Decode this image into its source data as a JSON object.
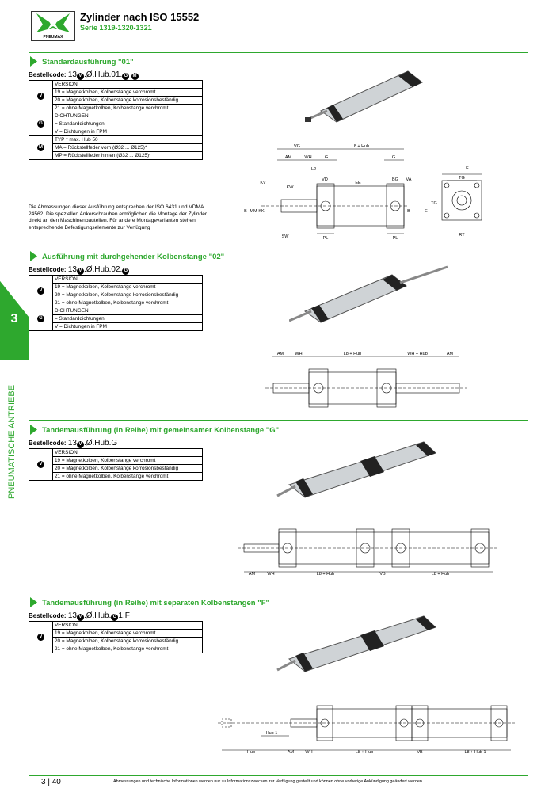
{
  "header": {
    "title": "Zylinder nach ISO 15552",
    "subtitle": "Serie 1319-1320-1321",
    "logo_text": "PNEUMAX"
  },
  "sidebar": {
    "chapter": "3",
    "label": "PNEUMATISCHE ANTRIEBE"
  },
  "sections": [
    {
      "title": "Standardausführung \"01\"",
      "bestell_label": "Bestellcode:",
      "code": "13",
      "code_suffix": ".Ø.Hub.01.",
      "code_badges": [
        "V",
        "G",
        "M"
      ],
      "rows": [
        {
          "sym": "V",
          "text": "VERSION"
        },
        {
          "sym": "",
          "text": "19 = Magnetkolben, Kolbenstange verchromt"
        },
        {
          "sym": "",
          "text": "20 = Magnetkolben, Kolbenstange korrosionsbeständig"
        },
        {
          "sym": "",
          "text": "21 = ohne Magnetkolben, Kolbenstange verchromt"
        },
        {
          "sym": "G",
          "text": "DICHTUNGEN"
        },
        {
          "sym": "",
          "text": "     = Standarddichtungen"
        },
        {
          "sym": "",
          "text": "V = Dichtungen in FPM"
        },
        {
          "sym": "M",
          "text": "TYP * max. Hub 50"
        },
        {
          "sym": "",
          "text": "MA = Rückstellfeder vorn (Ø32 ... Ø125)*"
        },
        {
          "sym": "",
          "text": "MP = Rückstellfeder hinten (Ø32 ... Ø125)*"
        }
      ]
    },
    {
      "title": "Ausführung mit durchgehender Kolbenstange \"02\"",
      "bestell_label": "Bestellcode:",
      "code": "13",
      "code_suffix": ".Ø.Hub.02.",
      "code_badges": [
        "V",
        "G"
      ],
      "rows": [
        {
          "sym": "V",
          "text": "VERSION"
        },
        {
          "sym": "",
          "text": "19 = Magnetkolben, Kolbenstange verchromt"
        },
        {
          "sym": "",
          "text": "20 = Magnetkolben, Kolbenstange korrosionsbeständig"
        },
        {
          "sym": "",
          "text": "21 = ohne Magnetkolben, Kolbenstange verchromt"
        },
        {
          "sym": "G",
          "text": "DICHTUNGEN"
        },
        {
          "sym": "",
          "text": "     = Standarddichtungen"
        },
        {
          "sym": "",
          "text": "V = Dichtungen in FPM"
        }
      ]
    },
    {
      "title": "Tandemausführung (in Reihe) mit gemeinsamer Kolbenstange \"G\"",
      "bestell_label": "Bestellcode:",
      "code": "13",
      "code_suffix": ".Ø.Hub.G",
      "code_badges": [
        "V"
      ],
      "rows": [
        {
          "sym": "V",
          "text": "VERSION"
        },
        {
          "sym": "",
          "text": "19 = Magnetkolben, Kolbenstange verchromt"
        },
        {
          "sym": "",
          "text": "20 = Magnetkolben, Kolbenstange korrosionsbeständig"
        },
        {
          "sym": "",
          "text": "21 = ohne Magnetkolben, Kolbenstange verchromt"
        }
      ]
    },
    {
      "title": "Tandemausführung (in Reihe) mit separaten Kolbenstangen \"F\"",
      "bestell_label": "Bestellcode:",
      "code": "13",
      "code_suffix": ".Ø.Hub.",
      "code_badges": [
        "V",
        "G"
      ],
      "code_tail": "1.F",
      "rows": [
        {
          "sym": "V",
          "text": "VERSION"
        },
        {
          "sym": "",
          "text": "19 = Magnetkolben, Kolbenstange verchromt"
        },
        {
          "sym": "",
          "text": "20 = Magnetkolben, Kolbenstange korrosionsbeständig"
        },
        {
          "sym": "",
          "text": "21 = ohne Magnetkolben, Kolbenstange verchromt"
        }
      ]
    }
  ],
  "paragraph": "Die Abmessungen dieser Ausführung entsprechen der ISO 6431 und VDMA 24562. Die speziellen Ankerschrauben ermöglichen die Montage der Zylinder direkt an den Maschinenbauteilen. Für andere Montagevarianten stehen entsprechende Befestigungselemente zur Verfügung",
  "drawing1": {
    "labels": [
      "VG",
      "L8 + Hub",
      "AM",
      "WH",
      "G",
      "G",
      "L2",
      "E",
      "KV",
      "KW",
      "VD",
      "EE",
      "BG",
      "VA",
      "TG",
      "B",
      "MM",
      "KK",
      "B",
      "TG",
      "E",
      "SW",
      "PL",
      "PL",
      "RT"
    ]
  },
  "drawing2": {
    "labels": [
      "AM",
      "WH",
      "L8 + Hub",
      "WH + Hub",
      "AM"
    ]
  },
  "drawing3": {
    "labels": [
      "AM",
      "WH",
      "L8 + Hub",
      "VB",
      "L8 + Hub"
    ]
  },
  "drawing4": {
    "labels": [
      "Hub 1",
      "Hub",
      "AM",
      "WH",
      "L8 + Hub",
      "VB",
      "L8 + Hub 1"
    ]
  },
  "footer": {
    "page": "3 | 40",
    "note": "Abmessungen und technische Informationen werden nur zu Informationszwecken zur Verfügung gestellt und können ohne vorherige Ankündigung geändert werden"
  },
  "colors": {
    "accent": "#2ea82e"
  }
}
